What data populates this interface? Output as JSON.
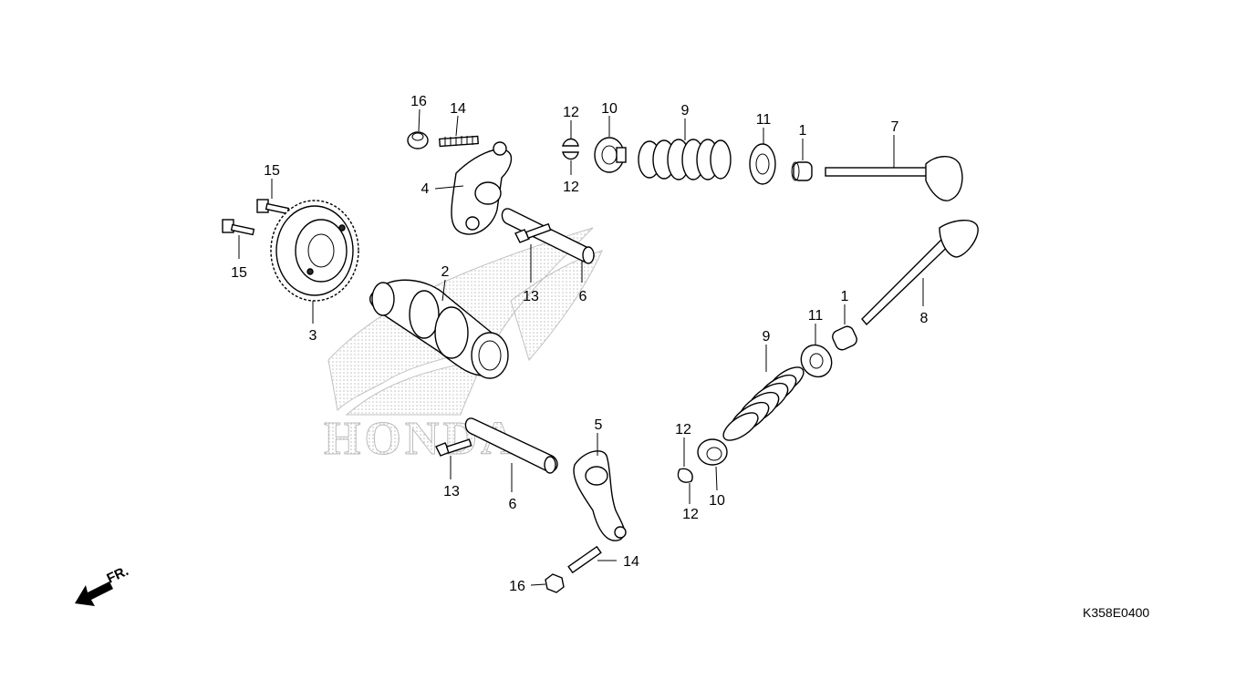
{
  "diagram": {
    "reference_code": "K358E0400",
    "front_indicator": "FR.",
    "watermark_text": "HONDA",
    "colors": {
      "line": "#000000",
      "watermark": "#bbbbbb",
      "background": "#ffffff"
    },
    "callouts": {
      "c16_top": "16",
      "c14_top": "14",
      "c12_top_upper": "12",
      "c12_top_lower": "12",
      "c10_top": "10",
      "c9_top": "9",
      "c11_top": "11",
      "c1_top": "1",
      "c7": "7",
      "c4": "4",
      "c15_upper": "15",
      "c15_lower": "15",
      "c2": "2",
      "c3": "3",
      "c13_upper": "13",
      "c6_upper": "6",
      "c8": "8",
      "c1_lower": "1",
      "c11_lower": "11",
      "c9_lower": "9",
      "c12_lower_upper": "12",
      "c12_lower_lower": "12",
      "c10_lower": "10",
      "c5": "5",
      "c13_lower": "13",
      "c6_lower": "6",
      "c14_lower": "14",
      "c16_lower": "16"
    }
  }
}
